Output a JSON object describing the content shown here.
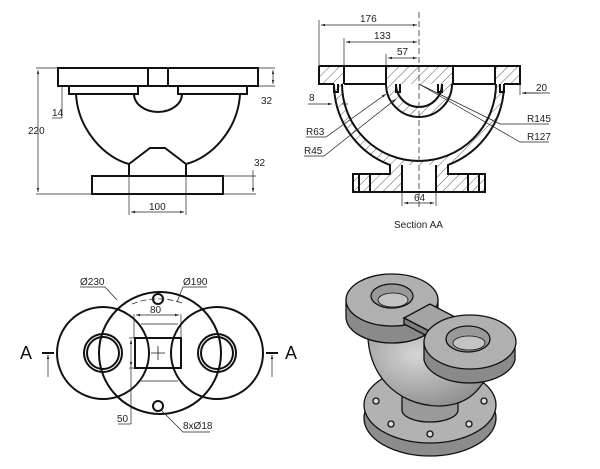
{
  "front_view": {
    "dims": {
      "overall_height": "220",
      "step": "14",
      "top_flange": "32",
      "bottom_flange": "32",
      "neck_width": "100"
    }
  },
  "section_view": {
    "title": "Section AA",
    "dims": {
      "d176": "176",
      "d133": "133",
      "d57": "57",
      "d8": "8",
      "d20": "20",
      "d64": "64",
      "r63": "R63",
      "r45": "R45",
      "r145": "R145",
      "r127": "R127"
    }
  },
  "top_view": {
    "dims": {
      "dia230": "Ø230",
      "dia190": "Ø190",
      "d80": "80",
      "d50": "50",
      "holes": "8xØ18"
    },
    "section_marks": {
      "left": "A",
      "right": "A"
    }
  },
  "iso_view": {
    "colors": {
      "body": "#a8a8a8",
      "dark": "#7c7c7c",
      "light": "#c8c8c8"
    }
  }
}
